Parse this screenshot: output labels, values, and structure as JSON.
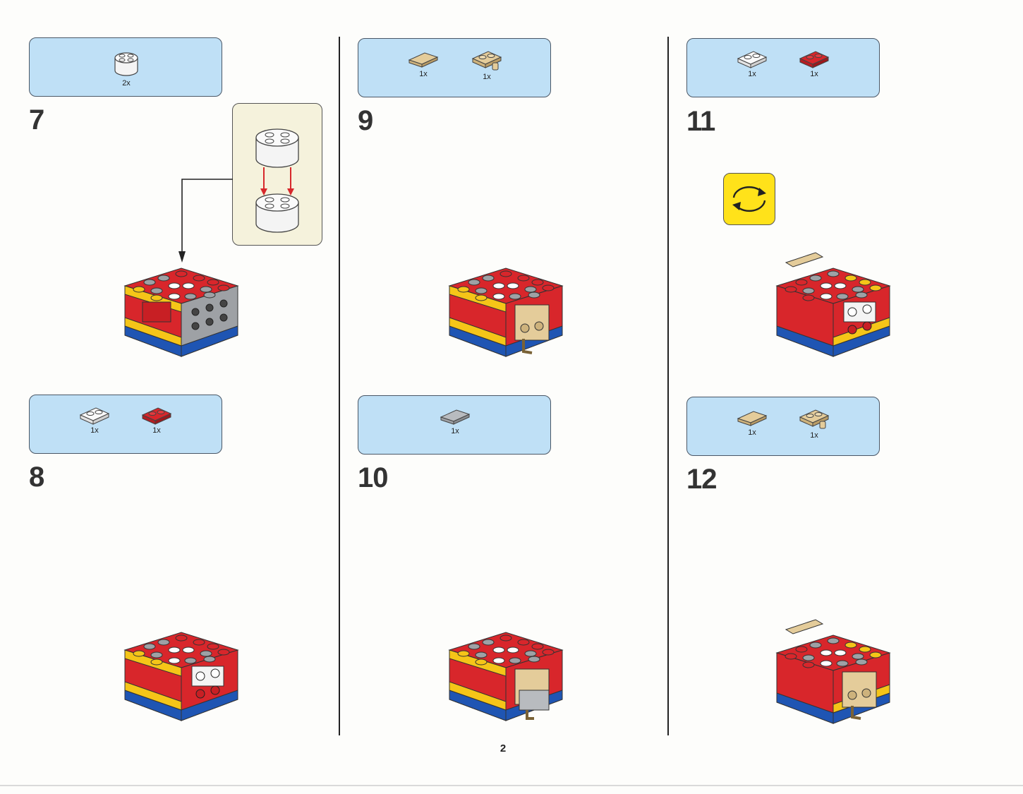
{
  "page_number": "2",
  "steps": [
    {
      "number": "7",
      "parts": [
        {
          "icon": "round-brick-2x2-white-icon",
          "qty": "2x"
        }
      ]
    },
    {
      "number": "8",
      "parts": [
        {
          "icon": "plate-1x2-white-icon",
          "qty": "1x"
        },
        {
          "icon": "plate-1x2-red-icon",
          "qty": "1x"
        }
      ]
    },
    {
      "number": "9",
      "parts": [
        {
          "icon": "tile-1x2-tan-icon",
          "qty": "1x"
        },
        {
          "icon": "plate-clip-tan-icon",
          "qty": "1x"
        }
      ]
    },
    {
      "number": "10",
      "parts": [
        {
          "icon": "tile-1x2-gray-icon",
          "qty": "1x"
        }
      ]
    },
    {
      "number": "11",
      "parts": [
        {
          "icon": "plate-1x2-white-icon",
          "qty": "1x"
        },
        {
          "icon": "plate-1x2-red-icon",
          "qty": "1x"
        }
      ]
    },
    {
      "number": "12",
      "parts": [
        {
          "icon": "tile-1x2-tan-icon",
          "qty": "1x"
        },
        {
          "icon": "plate-clip-tan-icon",
          "qty": "1x"
        }
      ]
    }
  ],
  "colors": {
    "parts_box_bg": "#bfe0f6",
    "callout_bg": "#f5f2dc",
    "rotate_bg": "#ffe21a",
    "brick_red": "#d8262b",
    "brick_yellow": "#f5c518",
    "brick_blue": "#1f55b3",
    "brick_gray": "#a9acb0",
    "brick_white": "#f4f4f4",
    "brick_tan": "#e4cc9a"
  }
}
